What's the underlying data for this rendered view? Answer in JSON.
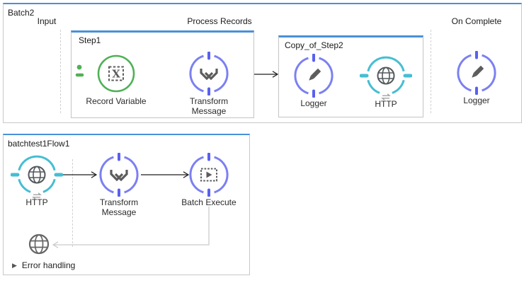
{
  "colors": {
    "header_blue": "#4a90d9",
    "node_indigo": "#7b80f2",
    "node_indigo_dash": "#5a60ee",
    "node_teal": "#45bed2",
    "node_green": "#4fb156",
    "glyph_gray": "#5c5c5c",
    "connector_black": "#1f1f1f",
    "connector_gray": "#c9c9c9",
    "box_border_gray": "#c8c8c8"
  },
  "icons": [
    "record-variable-icon",
    "dataweave-icon",
    "pencil-icon",
    "globe-icon",
    "exchange-arrows-icon",
    "batch-execute-icon",
    "expand-triangle-icon"
  ],
  "flows": [
    {
      "title": "Batch2",
      "sections": [
        {
          "label": "Input"
        },
        {
          "label": "Process Records"
        },
        {
          "label": "On Complete"
        }
      ],
      "steps": [
        {
          "title": "Step1",
          "nodes": [
            {
              "label": "Record Variable",
              "icon": "record-variable-icon"
            },
            {
              "label": "Transform Message",
              "icon": "dataweave-icon"
            }
          ]
        },
        {
          "title": "Copy_of_Step2",
          "nodes": [
            {
              "label": "Logger",
              "icon": "pencil-icon"
            },
            {
              "label": "HTTP",
              "icon": "globe-icon"
            }
          ]
        }
      ],
      "on_complete_node": {
        "label": "Logger",
        "icon": "pencil-icon"
      }
    },
    {
      "title": "batchtest1Flow1",
      "nodes": [
        {
          "label": "HTTP",
          "icon": "globe-icon"
        },
        {
          "label": "Transform Message",
          "icon": "dataweave-icon"
        },
        {
          "label": "Batch Execute",
          "icon": "batch-execute-icon"
        }
      ],
      "error_node": {
        "icon": "globe-icon"
      },
      "error_handling": {
        "label": "Error handling",
        "collapsed": true
      }
    }
  ]
}
